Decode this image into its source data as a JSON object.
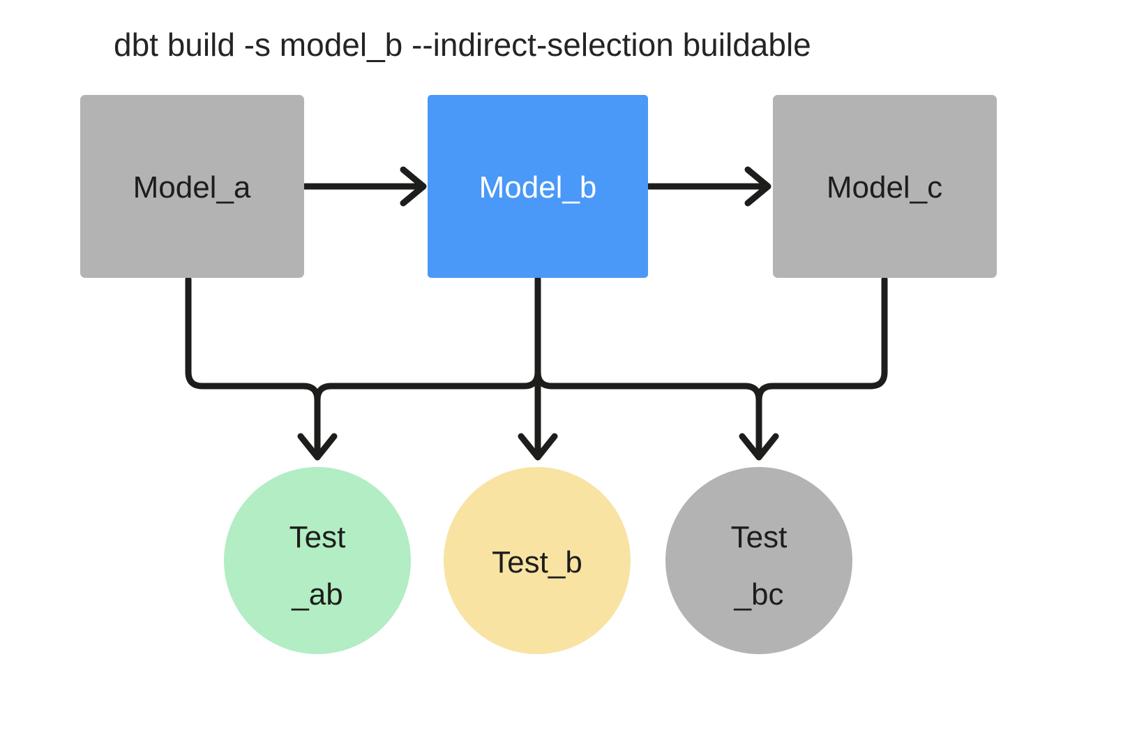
{
  "diagram": {
    "title": "dbt build -s model_b --indirect-selection buildable",
    "background": "#ffffff",
    "edge_color": "#1d1d1b",
    "nodes": {
      "model_a": {
        "label": "Model_a",
        "shape": "rectangle",
        "fill": "#b3b3b3",
        "text_color": "#1d1d1b",
        "selected": false
      },
      "model_b": {
        "label": "Model_b",
        "shape": "rectangle",
        "fill": "#4a98f7",
        "text_color": "#ffffff",
        "selected": true
      },
      "model_c": {
        "label": "Model_c",
        "shape": "rectangle",
        "fill": "#b3b3b3",
        "text_color": "#1d1d1b",
        "selected": false
      },
      "test_ab": {
        "label_line1": "Test",
        "label_line2": "_ab",
        "shape": "circle",
        "fill": "#b2edc4",
        "text_color": "#1d1d1b",
        "status": "selected-buildable"
      },
      "test_b": {
        "label_line1": "Test_b",
        "label_line2": "",
        "shape": "circle",
        "fill": "#f8e3a3",
        "text_color": "#1d1d1b",
        "status": "selected-direct"
      },
      "test_bc": {
        "label_line1": "Test",
        "label_line2": "_bc",
        "shape": "circle",
        "fill": "#b3b3b3",
        "text_color": "#1d1d1b",
        "status": "not-selected"
      }
    },
    "edges": [
      {
        "from": "model_a",
        "to": "model_b",
        "kind": "horizontal-arrow"
      },
      {
        "from": "model_b",
        "to": "model_c",
        "kind": "horizontal-arrow"
      },
      {
        "from": "model_a",
        "to": "test_ab",
        "kind": "orthogonal-arrow"
      },
      {
        "from": "model_b",
        "to": "test_ab",
        "kind": "orthogonal-arrow"
      },
      {
        "from": "model_b",
        "to": "test_b",
        "kind": "straight-arrow"
      },
      {
        "from": "model_b",
        "to": "test_bc",
        "kind": "orthogonal-arrow"
      },
      {
        "from": "model_c",
        "to": "test_bc",
        "kind": "orthogonal-arrow"
      }
    ]
  }
}
